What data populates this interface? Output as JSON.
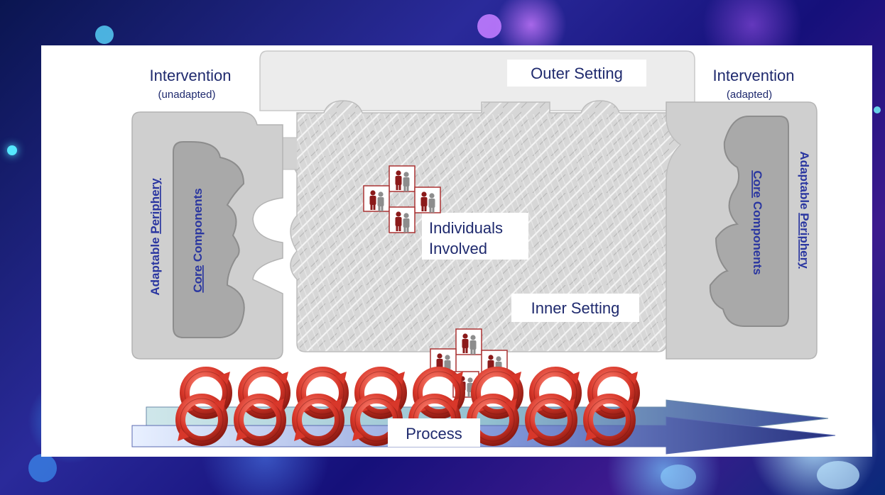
{
  "labels": {
    "intervention_left": "Intervention",
    "intervention_left_sub": "(unadapted)",
    "intervention_right": "Intervention",
    "intervention_right_sub": "(adapted)",
    "outer_setting": "Outer Setting",
    "inner_setting": "Inner Setting",
    "individuals_line1": "Individuals",
    "individuals_line2": "Involved",
    "process": "Process",
    "adaptable": "Adaptable ",
    "periphery": "Periphery",
    "core": "Core",
    "components": " Components"
  },
  "colors": {
    "label_blue": "#1f2a6e",
    "person_red": "#8b1a1a",
    "cycle_red": "#d63a2a",
    "arrow_blue": "#2c3c8c"
  }
}
